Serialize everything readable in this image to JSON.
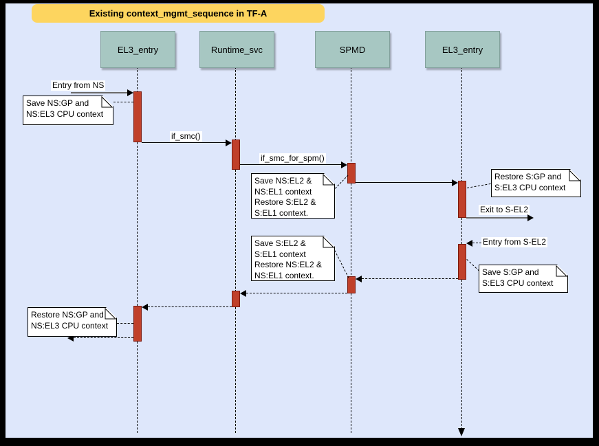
{
  "title": {
    "text": "Existing context_mgmt_sequence in TF-A",
    "background": "#FDD55F"
  },
  "colors": {
    "canvas_background": "#DEE7FB",
    "frame_border": "#000000",
    "actor_fill": "#A7C7C2",
    "actor_border": "#82A09C",
    "activation_fill": "#C0402A",
    "activation_border": "#7A190E",
    "note_fill": "#FFFFFF",
    "gray_arrow": "#6B6B6B",
    "line_color": "#000000"
  },
  "actors": [
    {
      "label": "EL3_entry"
    },
    {
      "label": "Runtime_svc"
    },
    {
      "label": "SPMD"
    },
    {
      "label": "EL3_entry"
    }
  ],
  "messages": {
    "entry_from_ns": "Entry from NS",
    "if_smc": "if_smc()",
    "if_smc_for_spm": "if_smc_for_spm()",
    "exit_to_s_el2": "Exit to S-EL2",
    "entry_from_s_el2": "Entry from S-EL2"
  },
  "notes": [
    {
      "lines": [
        "Save NS:GP and",
        "NS:EL3 CPU context"
      ]
    },
    {
      "lines": [
        "Save NS:EL2 &",
        "NS:EL1 context",
        "Restore S:EL2 &",
        "S:EL1 context."
      ]
    },
    {
      "lines": [
        "Restore S:GP and",
        "S:EL3 CPU context"
      ]
    },
    {
      "lines": [
        "Save S:GP and",
        "S:EL3 CPU context"
      ]
    },
    {
      "lines": [
        "Save S:EL2 &",
        "S:EL1 context",
        "Restore NS:EL2 &",
        "NS:EL1 context."
      ]
    },
    {
      "lines": [
        "Restore NS:GP and",
        "NS:EL3 CPU context"
      ]
    }
  ]
}
